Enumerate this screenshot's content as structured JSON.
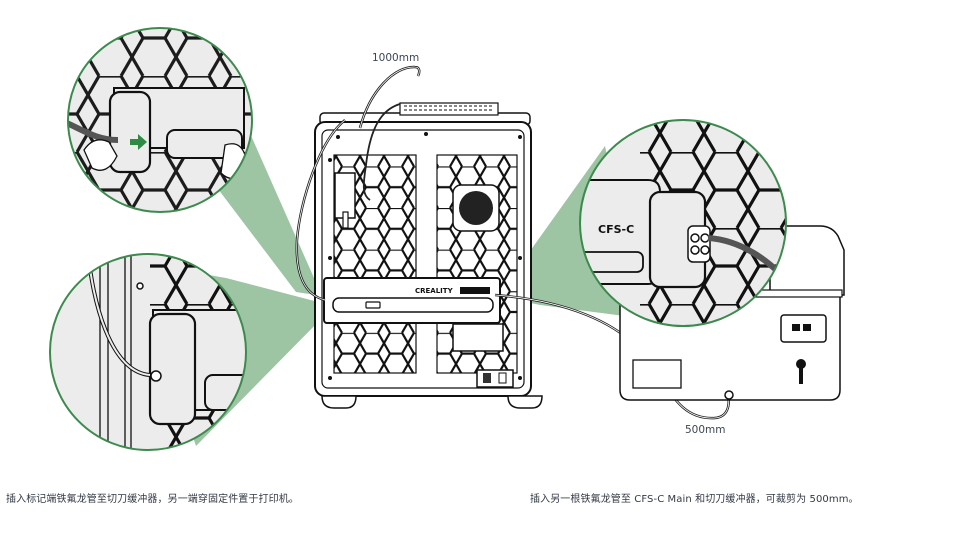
{
  "document": {
    "colors": {
      "accent_green": "#3d8a4e",
      "cone_green": "#9dc4a3",
      "arrow_green": "#2e8b45",
      "line": "#111111",
      "panel_bg": "#ececec",
      "text": "#333a45"
    },
    "labels": {
      "tube_long": "1000mm",
      "tube_short": "500mm",
      "brand_text": "CREALITY",
      "module_text": "CFS-C"
    },
    "steps": [
      {
        "caption": "插入标记端铁氟龙管至切刀缓冲器，另一端穿固定件置于打印机。"
      },
      {
        "caption": "插入另一根铁氟龙管至 CFS-C Main 和切刀缓冲器，可裁剪为 500mm。"
      }
    ],
    "icons": {
      "push_arrow": "right-arrow",
      "push_arrow_left": "left-arrow"
    }
  }
}
